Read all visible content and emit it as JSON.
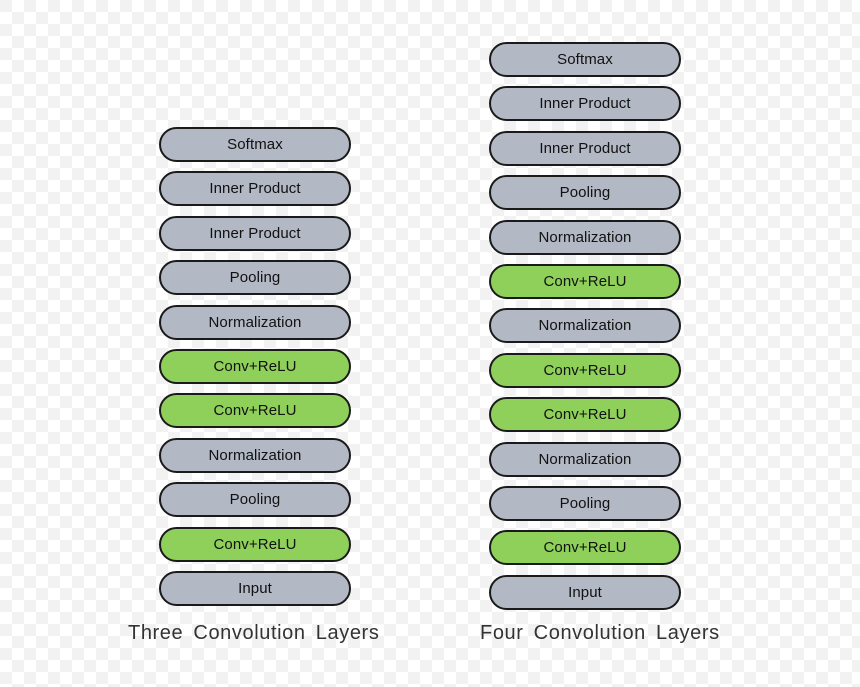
{
  "colors": {
    "standard_layer": "#b3b8c5",
    "conv_layer": "#8fd05a",
    "outline": "#1a1a1a"
  },
  "networks": [
    {
      "caption": "Three  Convolution Layers",
      "layers": [
        {
          "label": "Softmax",
          "kind": "standard"
        },
        {
          "label": "Inner Product",
          "kind": "standard"
        },
        {
          "label": "Inner Product",
          "kind": "standard"
        },
        {
          "label": "Pooling",
          "kind": "standard"
        },
        {
          "label": "Normalization",
          "kind": "standard"
        },
        {
          "label": "Conv+ReLU",
          "kind": "conv"
        },
        {
          "label": "Conv+ReLU",
          "kind": "conv"
        },
        {
          "label": "Normalization",
          "kind": "standard"
        },
        {
          "label": "Pooling",
          "kind": "standard"
        },
        {
          "label": "Conv+ReLU",
          "kind": "conv"
        },
        {
          "label": "Input",
          "kind": "standard"
        }
      ]
    },
    {
      "caption": "Four  Convolution Layers",
      "layers": [
        {
          "label": "Softmax",
          "kind": "standard"
        },
        {
          "label": "Inner Product",
          "kind": "standard"
        },
        {
          "label": "Inner Product",
          "kind": "standard"
        },
        {
          "label": "Pooling",
          "kind": "standard"
        },
        {
          "label": "Normalization",
          "kind": "standard"
        },
        {
          "label": "Conv+ReLU",
          "kind": "conv"
        },
        {
          "label": "Normalization",
          "kind": "standard"
        },
        {
          "label": "Conv+ReLU",
          "kind": "conv"
        },
        {
          "label": "Conv+ReLU",
          "kind": "conv"
        },
        {
          "label": "Normalization",
          "kind": "standard"
        },
        {
          "label": "Pooling",
          "kind": "standard"
        },
        {
          "label": "Conv+ReLU",
          "kind": "conv"
        },
        {
          "label": "Input",
          "kind": "standard"
        }
      ]
    }
  ]
}
